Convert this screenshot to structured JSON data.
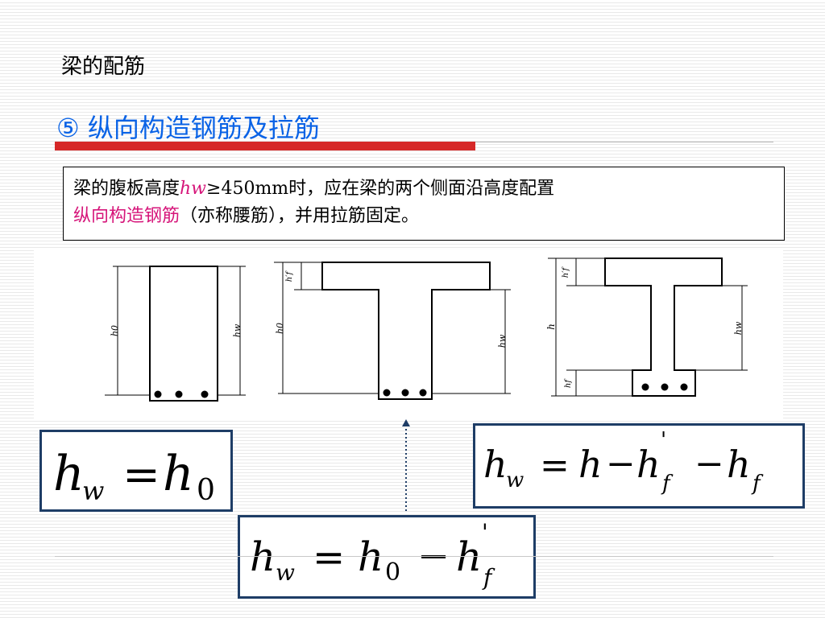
{
  "header": {
    "section": "梁的配筋"
  },
  "title": {
    "text": "⑤ 纵向构造钢筋及拉筋"
  },
  "description": {
    "part1": "梁的腹板高度",
    "hw": "hw",
    "part2": "≥450mm时，应在梁的两个侧面沿高度配置",
    "highlight": "纵向构造钢筋",
    "part3": "（亦称腰筋），并用拉筋固定。"
  },
  "diagram": {
    "labels": {
      "h0": "h0",
      "hw": "hw",
      "h": "h",
      "hf_prime": "h′f",
      "hf": "hf"
    }
  },
  "formulas": {
    "f1": {
      "lhs": "h",
      "lhs_sub": "w",
      "eq": "=",
      "rhs": "h",
      "rhs_sub": "0"
    },
    "f2": {
      "lhs": "h",
      "lhs_sub": "w",
      "eq": "=",
      "t1": "h",
      "op1": "−",
      "t2": "h",
      "t2_sup": "'",
      "t2_sub": "f",
      "op2": "−",
      "t3": "h",
      "t3_sub": "f"
    },
    "f3": {
      "lhs": "h",
      "lhs_sub": "w",
      "eq": "=",
      "t1": "h",
      "t1_sub": "0",
      "op1": "−",
      "t2": "h",
      "t2_sup": "'",
      "t2_sub": "f"
    }
  },
  "colors": {
    "title": "#0a63e6",
    "accent_bar": "#d62828",
    "highlight": "#d6157a",
    "formula_border": "#1e3d66",
    "arrow": "#1e3d66"
  }
}
